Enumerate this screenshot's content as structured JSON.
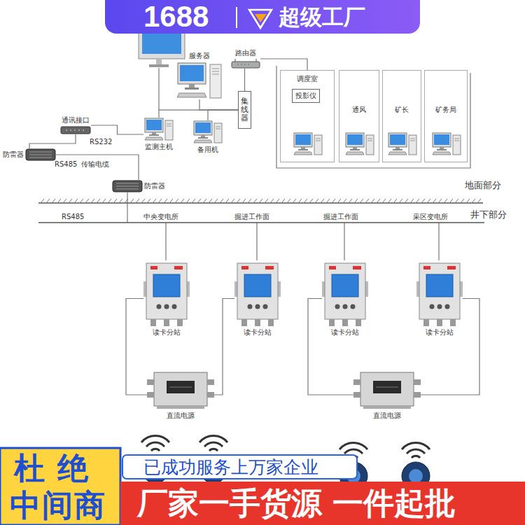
{
  "diagram": {
    "nodes": [
      {
        "text": [
          "服务器"
        ]
      },
      {
        "text": [
          "路由器"
        ]
      },
      {
        "text": [
          "集线器"
        ]
      },
      {
        "text": [
          "通讯接口"
        ]
      },
      {
        "text": [
          "监测主机"
        ]
      },
      {
        "text": [
          "备用机"
        ]
      },
      {
        "text": [
          "防雷器"
        ]
      },
      {
        "text": [
          "防雷器"
        ]
      },
      {
        "text": [
          "调度室"
        ]
      },
      {
        "text": [
          "投影仪"
        ],
        "in": 8
      },
      {
        "text": [
          "通风"
        ]
      },
      {
        "text": [
          "矿长"
        ]
      },
      {
        "text": [
          "矿务局"
        ]
      },
      {
        "text": [
          "读卡分站"
        ]
      },
      {
        "text": [
          "读卡分站"
        ]
      },
      {
        "text": [
          "读卡分站"
        ]
      },
      {
        "text": [
          "读卡分站"
        ]
      },
      {
        "text": [
          "直流电源"
        ]
      },
      {
        "text": [
          "直流电源"
        ]
      }
    ],
    "edges": [
      {
        "from": 0,
        "to": 2,
        "arrow": "none"
      },
      {
        "from": 4,
        "to": 2,
        "arrow": "none"
      },
      {
        "from": 5,
        "to": 2,
        "arrow": "none"
      },
      {
        "from": 1,
        "to": 2,
        "arrow": "none"
      },
      {
        "from": 1,
        "to": 8,
        "arrow": "none"
      },
      {
        "from": 3,
        "to": 4,
        "arrow": "none"
      },
      {
        "from": 6,
        "to": 3,
        "arrow": "none"
      },
      {
        "from": 6,
        "to": 7,
        "arrow": "none"
      },
      {
        "from": 13,
        "to": 17,
        "arrow": "none"
      },
      {
        "from": 14,
        "to": 17,
        "arrow": "none"
      },
      {
        "from": 15,
        "to": 18,
        "arrow": "none"
      },
      {
        "from": 16,
        "to": 18,
        "arrow": "none"
      }
    ],
    "labels": [
      "1688",
      "超级工厂",
      "RS232",
      "RS485",
      "传输电缆",
      "地面部分",
      "井下部分",
      "RS485",
      "中央变电所",
      "掘进工作面",
      "掘进工作面",
      "采区变电所",
      "杜绝",
      "中间商",
      "已成功服务上万家企业",
      "厂家一手货源 一件起批"
    ]
  }
}
